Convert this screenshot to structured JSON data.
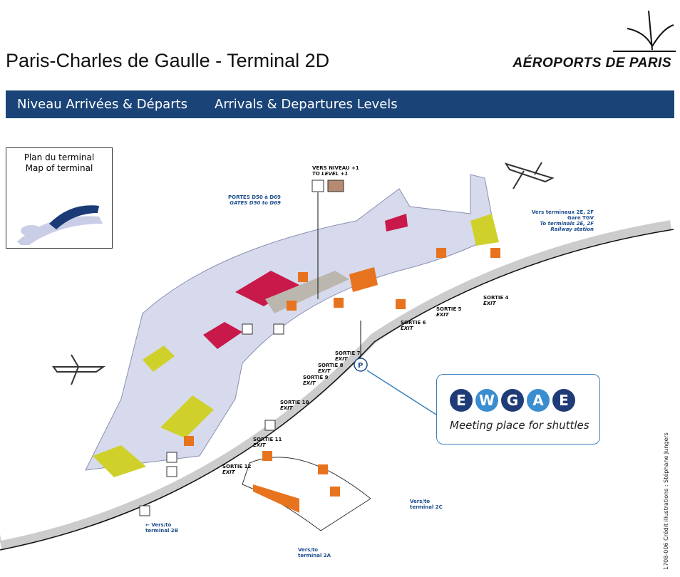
{
  "header": {
    "title": "Paris-Charles de Gaulle - Terminal 2D",
    "logo": "AÉROPORTS DE PARIS"
  },
  "band": {
    "fr": "Niveau Arrivées & Départs",
    "en": "Arrivals & Departures Levels"
  },
  "inset": {
    "fr": "Plan du terminal",
    "en": "Map of terminal"
  },
  "labels": {
    "gates_fr": "PORTES D50 à D69",
    "gates_en": "GATES D50 to D69",
    "level_fr": "VERS NIVEAU +1",
    "level_en": "TO LEVEL +1",
    "t2e_fr1": "Vers terminaux 2E, 2F",
    "t2e_fr2": "Gare TGV",
    "t2e_en1": "To terminals 2E, 2F",
    "t2e_en2": "Railway station",
    "t2b_1": "Vers/to",
    "t2b_2": "terminal 2B",
    "t2c_1": "Vers/to",
    "t2c_2": "terminal 2C",
    "t2a_1": "Vers/to",
    "t2a_2": "terminal 2A"
  },
  "exits": [
    {
      "fr": "SORTIE 4",
      "en": "EXIT"
    },
    {
      "fr": "SORTIE 5",
      "en": "EXIT"
    },
    {
      "fr": "SORTIE 6",
      "en": "EXIT"
    },
    {
      "fr": "SORTIE 7",
      "en": "EXIT"
    },
    {
      "fr": "SORTIE 8",
      "en": "EXIT"
    },
    {
      "fr": "SORTIE 9",
      "en": "EXIT"
    },
    {
      "fr": "SORTIE 10",
      "en": "EXIT"
    },
    {
      "fr": "SORTIE 11",
      "en": "EXIT"
    },
    {
      "fr": "SORTIE 12",
      "en": "EXIT"
    }
  ],
  "ewgae": {
    "letters": [
      "E",
      "W",
      "G",
      "A",
      "E"
    ],
    "caption": "Meeting place for shuttles"
  },
  "credit": "1708-006   Crédit illustrations : Stéphane Jungers",
  "colors": {
    "navy": "#1a4478",
    "orange": "#e8731e",
    "crimson": "#c8194a",
    "lime": "#cfd12a",
    "terminal": "#d6daec",
    "ew_dark": "#1f3c78",
    "ew_light": "#3a8ed0"
  }
}
